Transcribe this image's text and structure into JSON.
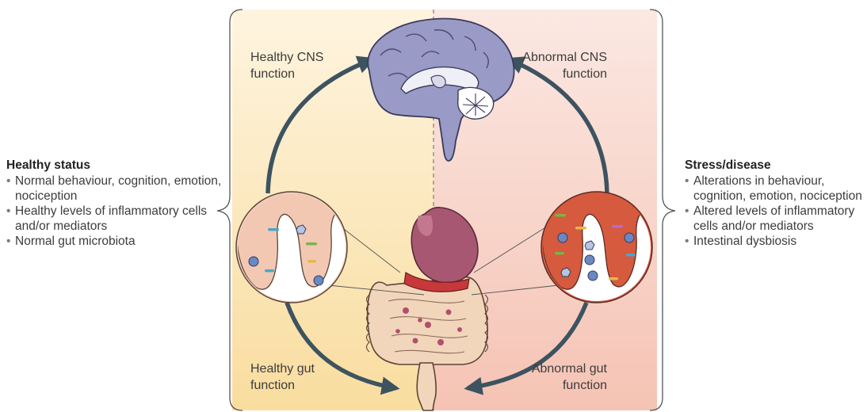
{
  "healthy_status": {
    "title": "Healthy status",
    "items": [
      "Normal behaviour, cognition, emotion, nociception",
      "Healthy levels of inflammatory cells and/or mediators",
      "Normal gut microbiota"
    ]
  },
  "stress_disease": {
    "title": "Stress/disease",
    "items": [
      "Alterations in behaviour, cognition, emotion, nociception",
      "Altered levels of inflammatory cells and/or mediators",
      "Intestinal dysbiosis"
    ]
  },
  "flow_labels": {
    "healthy_cns": "Healthy CNS function",
    "abnormal_cns": "Abnormal CNS function",
    "healthy_gut": "Healthy gut function",
    "abnormal_gut": "Abnormal gut function"
  },
  "colors": {
    "healthy_bg": "#fbe6b4",
    "disease_bg": "#f7c9bd",
    "arrow": "#3d5360",
    "brain": "#9a9ac6",
    "gut": "#f2d6bb",
    "stomach": "#a85772"
  }
}
